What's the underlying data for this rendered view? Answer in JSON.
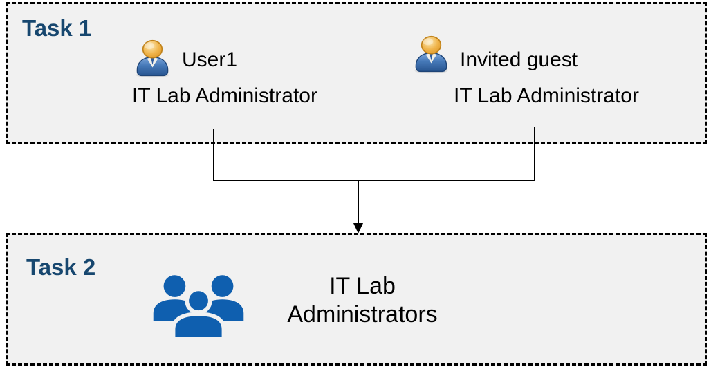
{
  "diagram": {
    "task1": {
      "label": "Task 1",
      "members": [
        {
          "name": "User1",
          "role": "IT Lab Administrator",
          "icon": "person-icon"
        },
        {
          "name": "Invited guest",
          "role": "IT Lab Administrator",
          "icon": "person-icon"
        }
      ]
    },
    "task2": {
      "label": "Task 2",
      "group": {
        "icon": "people-group-icon",
        "name_line1": "IT Lab",
        "name_line2": "Administrators"
      }
    },
    "connector": {
      "type": "merge-arrow-down",
      "from": [
        "User1",
        "Invited guest"
      ],
      "to": "IT Lab Administrators"
    },
    "colors": {
      "task_label": "#17476F",
      "box_fill": "#F1F1F1",
      "box_border": "#000000",
      "text": "#000000",
      "group_icon_blue": "#0F5FAF",
      "person_head_orange": "#F0B54C",
      "person_body_blue": "#2E5C9E",
      "connector": "#000000"
    }
  }
}
